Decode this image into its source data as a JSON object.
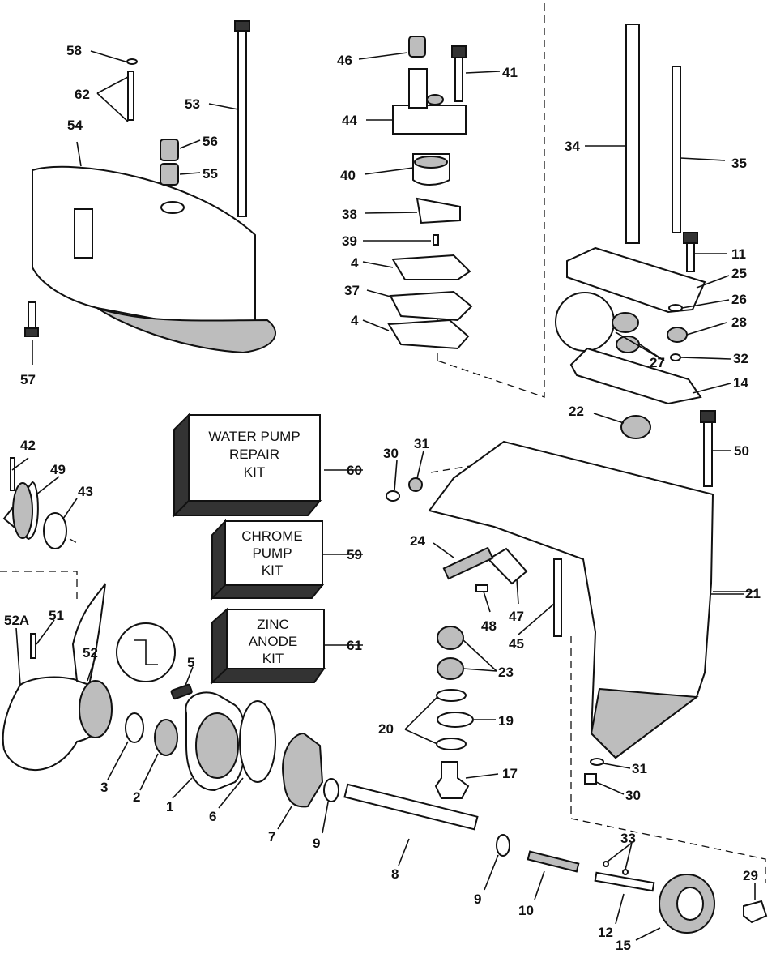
{
  "labels": {
    "l1": "1",
    "l2": "2",
    "l3": "3",
    "l4a": "4",
    "l4b": "4",
    "l5": "5",
    "l6": "6",
    "l7": "7",
    "l8": "8",
    "l9a": "9",
    "l9b": "9",
    "l10": "10",
    "l11": "11",
    "l12": "12",
    "l14": "14",
    "l15": "15",
    "l17": "17",
    "l19": "19",
    "l20": "20",
    "l21": "21",
    "l22": "22",
    "l23": "23",
    "l24": "24",
    "l25": "25",
    "l26": "26",
    "l27": "27",
    "l28": "28",
    "l29": "29",
    "l30a": "30",
    "l30b": "30",
    "l31a": "31",
    "l31b": "31",
    "l32": "32",
    "l33": "33",
    "l34": "34",
    "l35": "35",
    "l37": "37",
    "l38": "38",
    "l39": "39",
    "l40": "40",
    "l41": "41",
    "l42": "42",
    "l43": "43",
    "l44": "44",
    "l45": "45",
    "l46": "46",
    "l47": "47",
    "l48": "48",
    "l49": "49",
    "l50": "50",
    "l51": "51",
    "l52": "52",
    "l52a": "52A",
    "l53": "53",
    "l54": "54",
    "l55": "55",
    "l56": "56",
    "l57": "57",
    "l58": "58",
    "l59": "59",
    "l60": "60",
    "l61": "61",
    "l62": "62"
  },
  "kits": {
    "water_pump": [
      "WATER PUMP",
      "REPAIR",
      "KIT"
    ],
    "chrome_pump": [
      "CHROME",
      "PUMP",
      "KIT"
    ],
    "zinc_anode": [
      "ZINC",
      "ANODE",
      "KIT"
    ]
  }
}
